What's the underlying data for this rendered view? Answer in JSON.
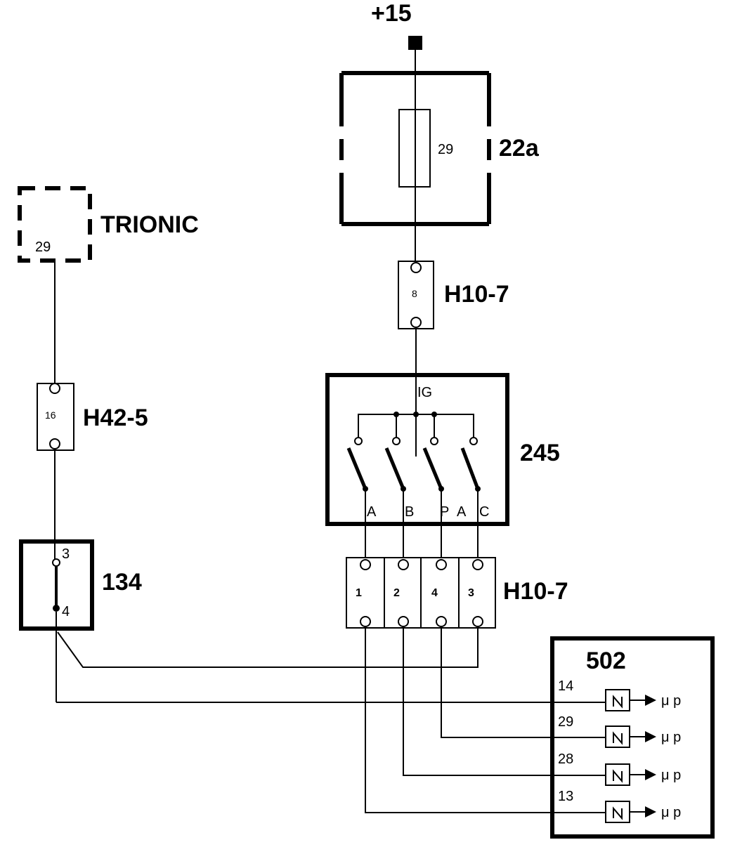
{
  "supply": {
    "label": "+15"
  },
  "fuse_box": {
    "label": "22a",
    "fuse_number": "29"
  },
  "connector_top": {
    "label": "H10-7",
    "pin": "8"
  },
  "ignition_switch": {
    "label": "245",
    "input": "IG",
    "outputs": [
      "A",
      "B",
      "P",
      "A",
      "C"
    ]
  },
  "connector_bottom": {
    "label": "H10-7",
    "pins": [
      "1",
      "2",
      "4",
      "3"
    ]
  },
  "trionic": {
    "label": "TRIONIC",
    "pin": "29"
  },
  "connector_h42": {
    "label": "H42-5",
    "pin": "16"
  },
  "component_134": {
    "label": "134",
    "pins": [
      "3",
      "4"
    ]
  },
  "module_502": {
    "label": "502",
    "inputs": [
      {
        "pin": "14",
        "target": "μ p"
      },
      {
        "pin": "29",
        "target": "μ p"
      },
      {
        "pin": "28",
        "target": "μ p"
      },
      {
        "pin": "13",
        "target": "μ p"
      }
    ]
  }
}
